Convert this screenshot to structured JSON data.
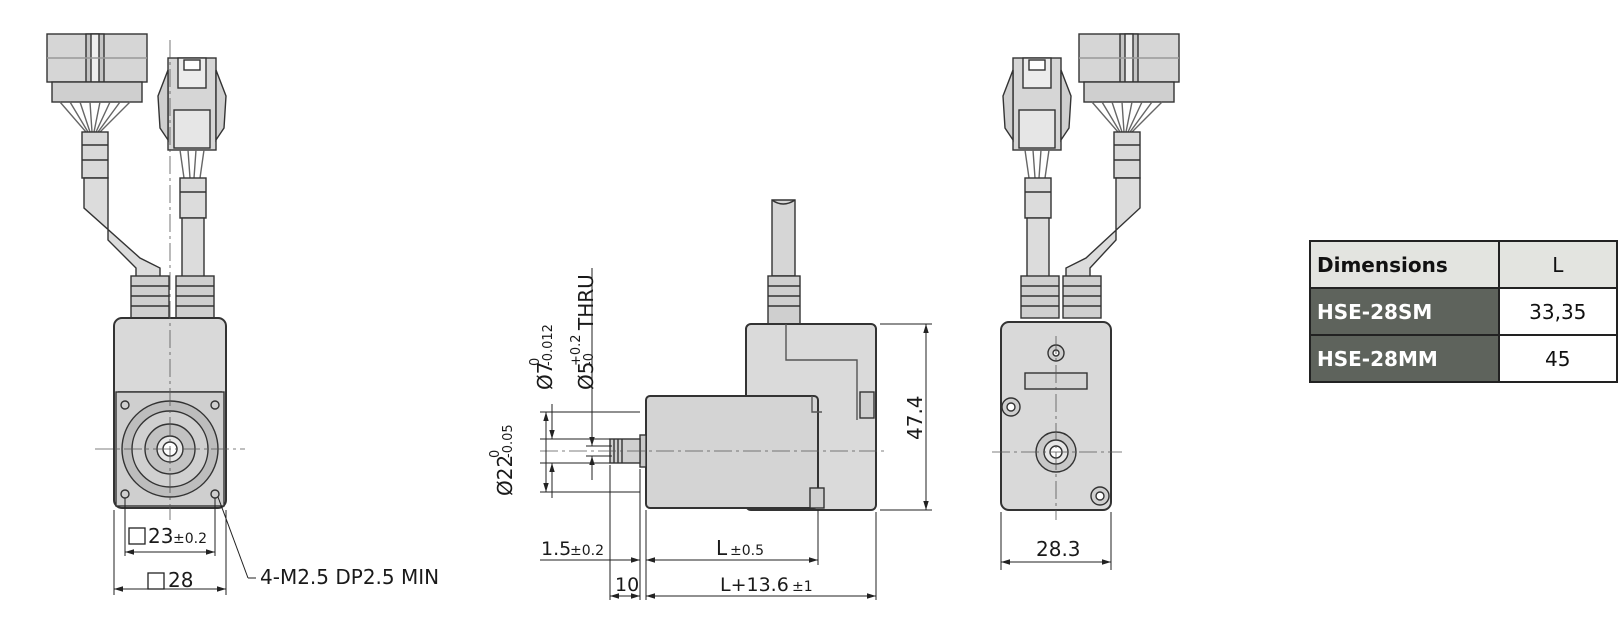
{
  "front_view": {
    "bolt_square": "23",
    "bolt_square_tol": "±0.2",
    "body_square": "28",
    "screw_callout": "4-M2.5 DP2.5 MIN"
  },
  "side_view": {
    "shaft_diameter": "Ø7",
    "shaft_tol_upper": "0",
    "shaft_tol_lower": "-0.012",
    "thru_hole": "Ø5",
    "thru_tol_upper": "+0.2",
    "thru_tol_lower": "-0",
    "thru_label": "THRU",
    "pilot_diameter": "Ø22",
    "pilot_tol_upper": "0",
    "pilot_tol_lower": "-0.05",
    "height": "47.4",
    "pilot_depth": "1.5",
    "pilot_depth_tol": "±0.2",
    "body_length": "L",
    "body_length_tol": "±0.5",
    "shaft_length": "10",
    "total_length": "L+13.6",
    "total_length_tol": "±1"
  },
  "rear_view": {
    "width": "28.3"
  },
  "table": {
    "header": [
      "Dimensions",
      "L"
    ],
    "rows": [
      {
        "model": "HSE-28SM",
        "value": "33,35"
      },
      {
        "model": "HSE-28MM",
        "value": "45"
      }
    ]
  }
}
